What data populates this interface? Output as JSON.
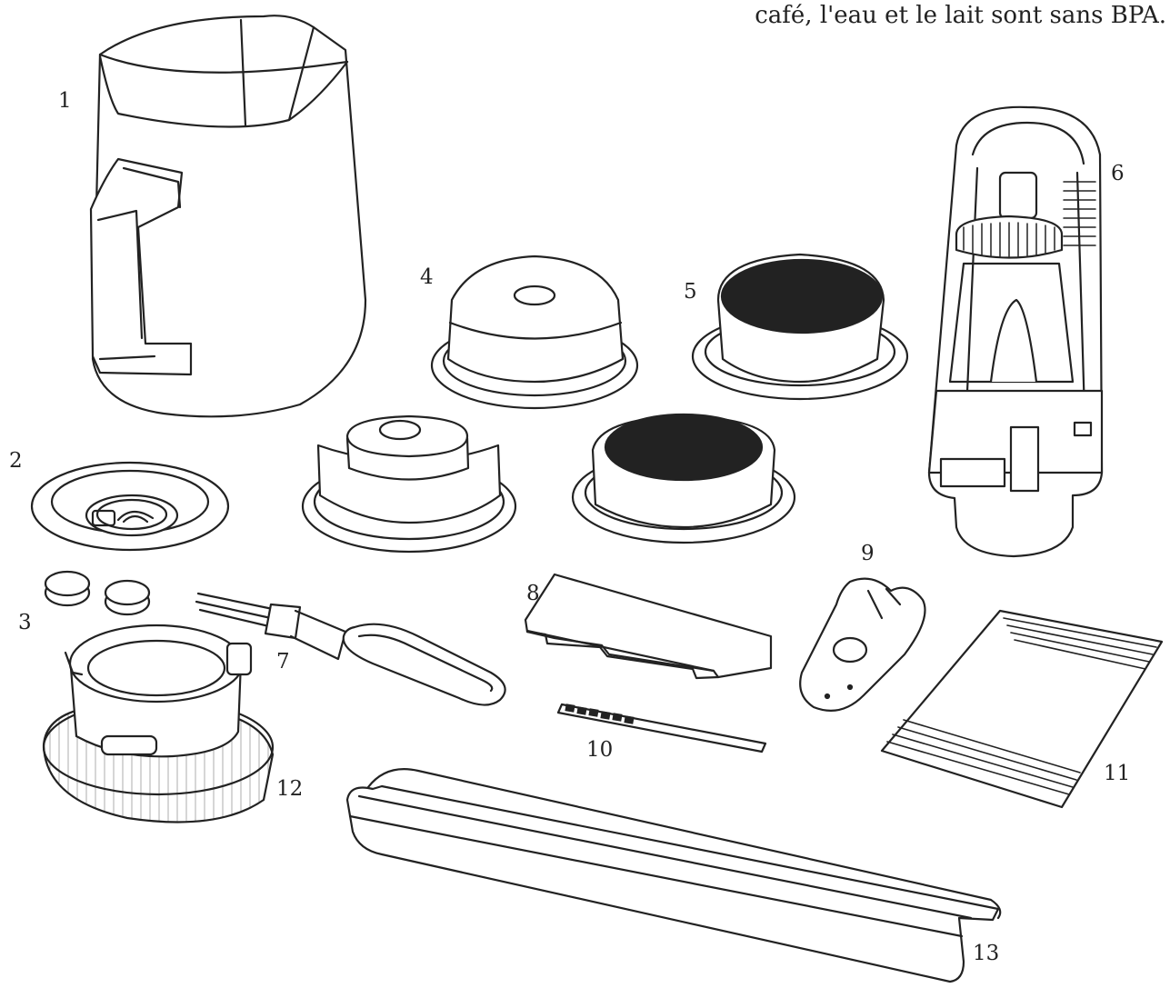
{
  "caption": "café, l'eau et le lait sont sans BPA.",
  "labels": {
    "p1": "1",
    "p2": "2",
    "p3": "3",
    "p4": "4",
    "p5": "5",
    "p6": "6",
    "p7": "7",
    "p8": "8",
    "p9": "9",
    "p10": "10",
    "p11": "11",
    "p12": "12",
    "p13": "13"
  }
}
